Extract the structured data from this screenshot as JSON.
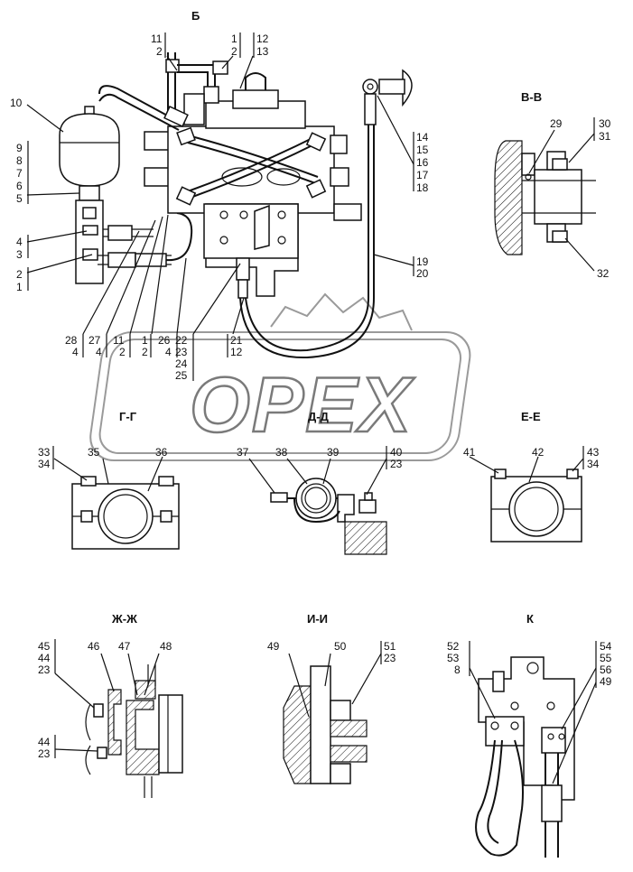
{
  "watermark": {
    "text": "OPEX"
  },
  "views": [
    {
      "id": "B",
      "title": "Б"
    },
    {
      "id": "VV",
      "title": "В-В"
    },
    {
      "id": "GG",
      "title": "Г-Г"
    },
    {
      "id": "DD",
      "title": "Д-Д"
    },
    {
      "id": "EE",
      "title": "Е-Е"
    },
    {
      "id": "ZhZh",
      "title": "Ж-Ж"
    },
    {
      "id": "II",
      "title": "И-И"
    },
    {
      "id": "K",
      "title": "К"
    }
  ],
  "callouts": {
    "c11_2_top": [
      "11",
      "2"
    ],
    "c1_2_top": [
      "1",
      "2"
    ],
    "c12_13": [
      "12",
      "13"
    ],
    "c10": [
      "10"
    ],
    "c9_5": [
      "9",
      "8",
      "7",
      "6",
      "5"
    ],
    "c4_3": [
      "4",
      "3"
    ],
    "c2_1": [
      "2",
      "1"
    ],
    "c14_18": [
      "14",
      "15",
      "16",
      "17",
      "18"
    ],
    "c19_20": [
      "19",
      "20"
    ],
    "c28_4": [
      "28",
      "4"
    ],
    "c27_4": [
      "27",
      "4"
    ],
    "c11_2_bot": [
      "11",
      "2"
    ],
    "c1_2_bot": [
      "1",
      "2"
    ],
    "c26_4": [
      "26",
      "4"
    ],
    "c22_25": [
      "22",
      "23",
      "24",
      "25"
    ],
    "c21_12": [
      "21",
      "12"
    ],
    "c29": [
      "29"
    ],
    "c30_31": [
      "30",
      "31"
    ],
    "c32": [
      "32"
    ],
    "c33_34": [
      "33",
      "34"
    ],
    "c35": [
      "35"
    ],
    "c36": [
      "36"
    ],
    "c37": [
      "37"
    ],
    "c38": [
      "38"
    ],
    "c39": [
      "39"
    ],
    "c40_23": [
      "40",
      "23"
    ],
    "c41": [
      "41"
    ],
    "c42": [
      "42"
    ],
    "c43_34": [
      "43",
      "34"
    ],
    "c45_23": [
      "45",
      "44",
      "23"
    ],
    "c46": [
      "46"
    ],
    "c47": [
      "47"
    ],
    "c48": [
      "48"
    ],
    "c44_23": [
      "44",
      "23"
    ],
    "c49_ii": [
      "49"
    ],
    "c50": [
      "50"
    ],
    "c51_23": [
      "51",
      "23"
    ],
    "c52_8": [
      "52",
      "53",
      "8"
    ],
    "c54_49": [
      "54",
      "55",
      "56",
      "49"
    ]
  }
}
